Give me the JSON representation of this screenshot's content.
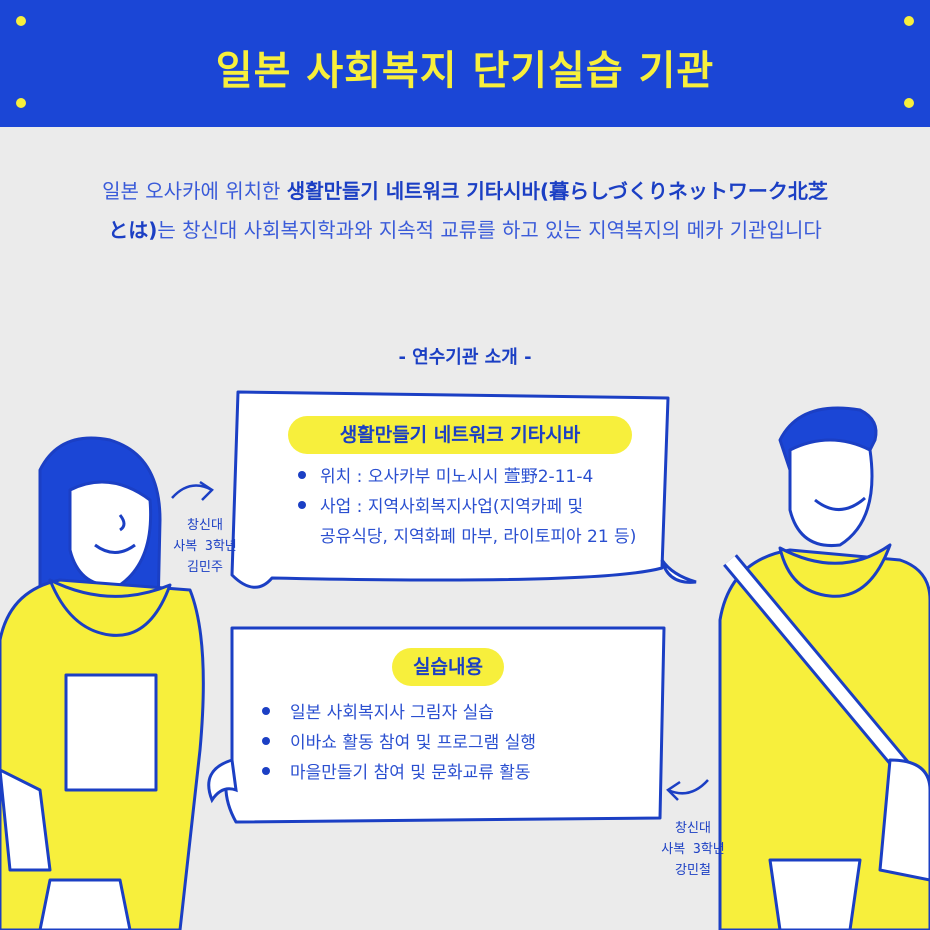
{
  "header": {
    "title": "일본 사회복지 단기실습 기관"
  },
  "intro": {
    "prefix": "일본 오사카에 위치한 ",
    "highlight": "생활만들기 네트워크 기타시바(暮らしづくりネットワーク北芝とは)",
    "suffix": "는 창신대 사회복지학과와 지속적 교류를 하고 있는 지역복지의 메카 기관입니다"
  },
  "section_title": "- 연수기관 소개 -",
  "card1": {
    "title": "생활만들기 네트워크 기타시바",
    "items": [
      "위치 : 오사카부 미노시시 萱野2-11-4",
      "사업 : 지역사회복지사업(지역카페 및",
      "공유식당, 지역화폐 마부, 라이토피아 21 등)"
    ]
  },
  "card2": {
    "title": "실습내용",
    "items": [
      "일본 사회복지사 그림자 실습",
      "이바쇼 활동 참여 및 프로그램 실행",
      "마을만들기 참여 및 문화교류 활동"
    ]
  },
  "left_person": {
    "line1": "창신대",
    "line2": "사복 3학년",
    "line3": "김민주"
  },
  "right_person": {
    "line1": "창신대",
    "line2": "사복 3학년",
    "line3": "강민철"
  },
  "colors": {
    "blue": "#1b46d6",
    "yellow": "#f7ef3c",
    "bg": "#ebebeb"
  }
}
